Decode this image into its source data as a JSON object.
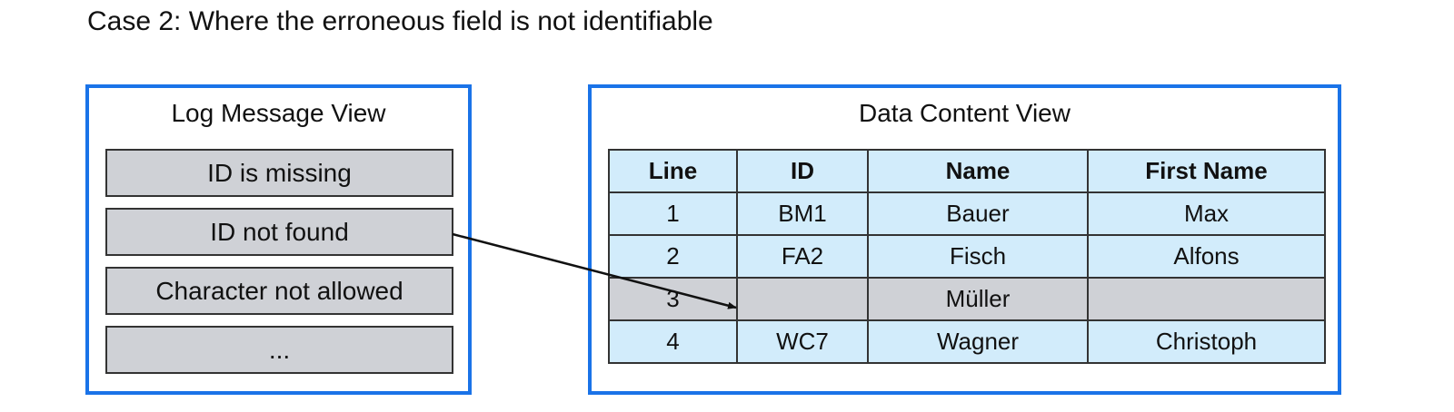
{
  "title": "Case 2: Where the erroneous field is not identifiable",
  "log_view": {
    "title": "Log Message View",
    "items": [
      "ID is missing",
      "ID not found",
      "Character not allowed",
      "..."
    ]
  },
  "data_view": {
    "title": "Data Content View",
    "columns": [
      "Line",
      "ID",
      "Name",
      "First Name"
    ],
    "rows": [
      [
        "1",
        "BM1",
        "Bauer",
        "Max"
      ],
      [
        "2",
        "FA2",
        "Fisch",
        "Alfons"
      ],
      [
        "3",
        "",
        "Müller",
        ""
      ],
      [
        "4",
        "WC7",
        "Wagner",
        "Christoph"
      ]
    ],
    "highlighted_row": 2
  },
  "colors": {
    "panel_border": "#1a73e8",
    "log_item_fill": "#cfd1d6",
    "table_fill": "#d2ecfb",
    "highlight_fill": "#cfd1d6"
  }
}
